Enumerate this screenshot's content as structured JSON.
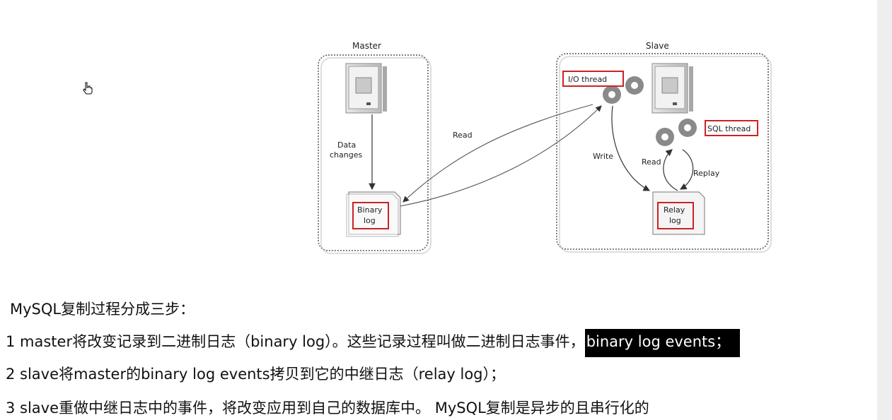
{
  "diagram": {
    "master_title": "Master",
    "slave_title": "Slave",
    "data_changes_line1": "Data",
    "data_changes_line2": "changes",
    "binary_log_line1": "Binary",
    "binary_log_line2": "log",
    "read_label": "Read",
    "io_thread_label": "I/O thread",
    "sql_thread_label": "SQL thread",
    "write_label": "Write",
    "read2_label": "Read",
    "replay_label": "Replay",
    "relay_log_line1": "Relay",
    "relay_log_line2": "log",
    "colors": {
      "highlight_box": "#cc2222",
      "panel_border": "#555555"
    }
  },
  "text": {
    "title": "MySQL复制过程分成三步：",
    "step1_main": "1 master将改变记录到二进制日志（binary log）。这些记录过程叫做二进制日志事件，",
    "step1_highlight": "binary log events；",
    "step2": "2 slave将master的binary log events拷贝到它的中继日志（relay log）；",
    "step3": "3 slave重做中继日志中的事件，将改变应用到自己的数据库中。 MySQL复制是异步的且串行化的"
  }
}
